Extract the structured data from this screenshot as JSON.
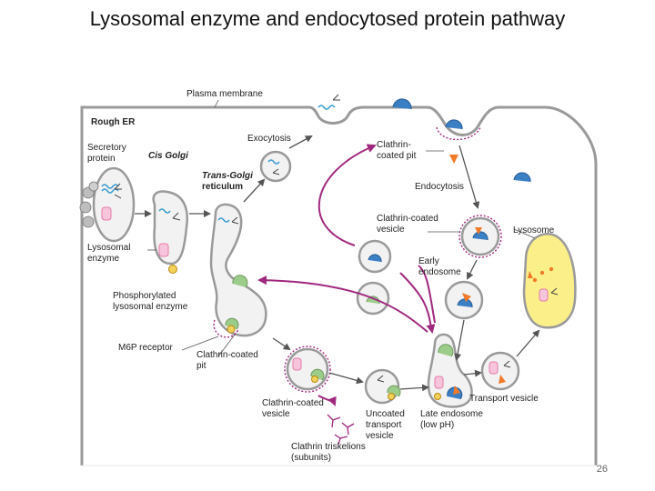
{
  "title": "Lysosomal enzyme and endocytosed protein pathway",
  "page_number": "26",
  "labels": {
    "plasma_membrane": "Plasma membrane",
    "rough_er": "Rough ER",
    "secretory_protein": [
      "Secretory",
      "protein"
    ],
    "cis_golgi": "Cis Golgi",
    "exocytosis": "Exocytosis",
    "trans_golgi": [
      "Trans-Golgi",
      "reticulum"
    ],
    "clathrin_coated_pit_top": [
      "Clathrin-",
      "coated pit"
    ],
    "endocytosis": "Endocytosis",
    "clathrin_coated_vesicle_top": [
      "Clathrin-coated",
      "vesicle"
    ],
    "lysosome": "Lysosome",
    "lysosomal_enzyme": [
      "Lysosomal",
      "enzyme"
    ],
    "early_endosome": [
      "Early",
      "endosome"
    ],
    "phosphorylated_enzyme": [
      "Phosphorylated",
      "lysosomal enzyme"
    ],
    "m6p_receptor": "M6P receptor",
    "clathrin_coated_pit_bottom": [
      "Clathrin-coated",
      "pit"
    ],
    "clathrin_coated_vesicle_bottom": [
      "Clathrin-coated",
      "vesicle"
    ],
    "uncoated_vesicle": [
      "Uncoated",
      "transport",
      "vesicle"
    ],
    "late_endosome": [
      "Late endosome",
      "(low pH)"
    ],
    "transport_vesicle": "Transport vesicle",
    "clathrin_triskelions": [
      "Clathrin triskelions",
      "(subunits)"
    ]
  },
  "colors": {
    "membrane_fill": "#f2f2f2",
    "membrane_stroke": "#9a9a9a",
    "clathrin": "#a0287e",
    "receptor_blue": "#3b7fc4",
    "m6p_receptor_green": "#9ccc8a",
    "ligand_orange": "#f07a28",
    "lysosome_fill": "#fbef8a",
    "phosphate": "#e0b030",
    "secretory_coil": "#3a9dd0",
    "enzyme_pink": "#e57aa8",
    "arrow_magenta": "#a0287e",
    "arrow_gray": "#555555"
  }
}
